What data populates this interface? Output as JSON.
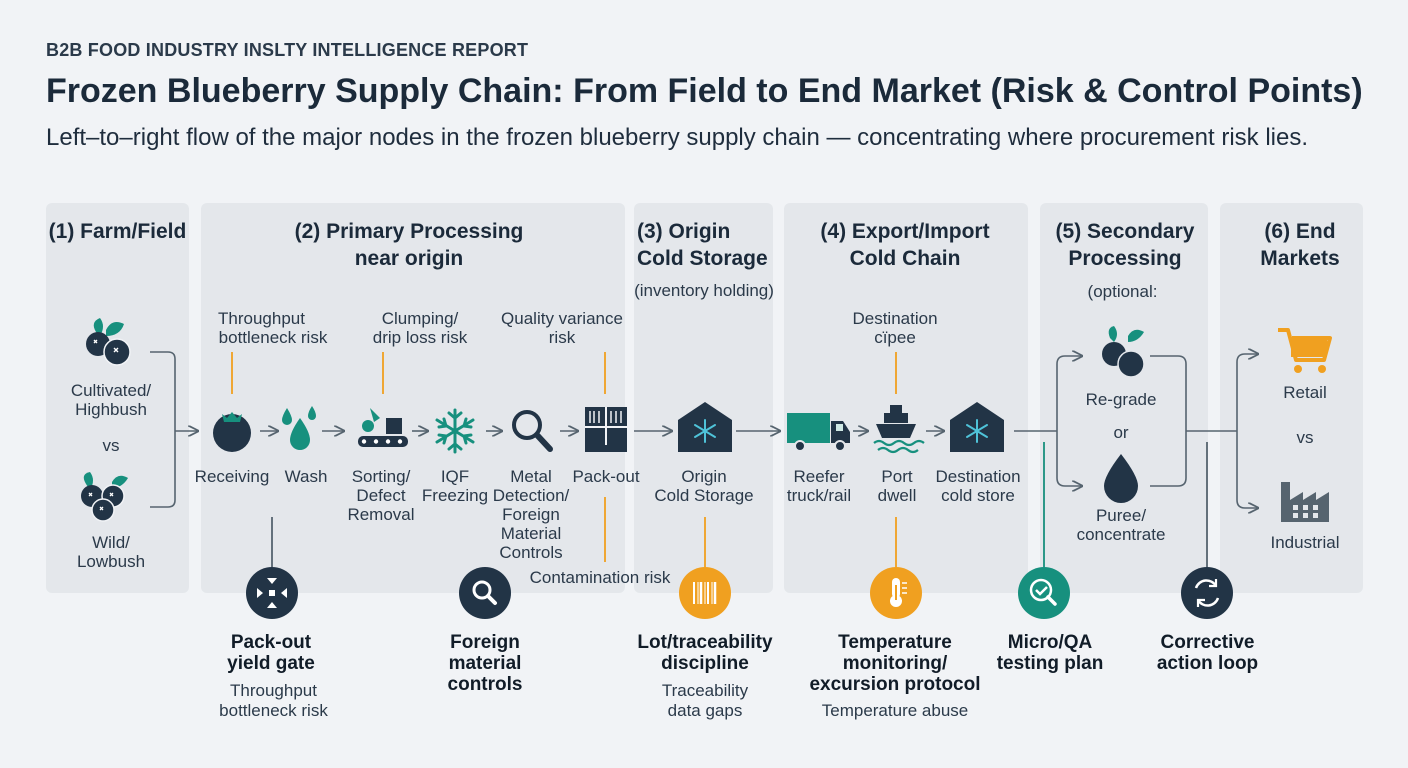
{
  "header": {
    "kicker": "B2B FOOD INDUSTRY INSLTY INTELLIGENCE REPORT",
    "title": "Frozen Blueberry Supply Chain: From Field to End Market (Risk & Control Points)",
    "subtitle": "Left–to–right flow of the major nodes in the frozen blueberry supply chain — concentrating where procurement risk lies."
  },
  "stages": {
    "farm": "(1) Farm/Field",
    "primary_line1": "(2) Primary Processing",
    "primary_line2": "near origin",
    "origin_cold_line1": "(3) Origin",
    "origin_cold_line2": "Cold Storage",
    "origin_cold_note": "(inventory holding)",
    "export_line1": "(4) Export/Import",
    "export_line2": "Cold Chain",
    "secondary_line1": "(5) Secondary",
    "secondary_line2": "Processing",
    "secondary_note": "(optional:",
    "end_line1": "(6) End",
    "end_line2": "Markets"
  },
  "farm": {
    "cultivated_line1": "Cultivated/",
    "cultivated_line2": "Highbush",
    "vs": "vs",
    "wild_line1": "Wild/",
    "wild_line2": "Lowbush"
  },
  "nodes": {
    "receiving": "Receiving",
    "wash": "Wash",
    "sorting_line1": "Sorting/",
    "sorting_line2": "Defect",
    "sorting_line3": "Removal",
    "iqf_line1": "IQF",
    "iqf_line2": "Freezing",
    "metal_line1": "Metal",
    "metal_line2": "Detection/",
    "metal_line3": "Foreign",
    "metal_line4": "Material",
    "metal_line5": "Controls",
    "packout": "Pack-out",
    "origin_cold_line1": "Origin",
    "origin_cold_line2": "Cold Storage",
    "reefer_line1": "Reefer",
    "reefer_line2": "truck/rail",
    "port_line1": "Port",
    "port_line2": "dwell",
    "dest_cold_line1": "Destination",
    "dest_cold_line2": "cold store",
    "regrade": "Re-grade",
    "or": "or",
    "puree_line1": "Puree/",
    "puree_line2": "concentrate",
    "retail": "Retail",
    "vs": "vs",
    "industrial": "Industrial"
  },
  "risk_notes": {
    "throughput_line1": "Throughput",
    "throughput_line2": "bottleneck risk",
    "clumping_line1": "Clumping/",
    "clumping_line2": "drip loss risk",
    "quality_line1": "Quality variance",
    "quality_line2": "risk",
    "destination_line1": "Destination",
    "destination_line2": "сїрee",
    "contamination": "Contamination risk"
  },
  "controls": [
    {
      "title_line1": "Pack-out",
      "title_line2": "yield gate",
      "title_line3": "",
      "sub_line1": "Throughput",
      "sub_line2": "bottleneck risk",
      "color": "#223446",
      "icon": "yield-gate-icon"
    },
    {
      "title_line1": "Foreign",
      "title_line2": "material",
      "title_line3": "controls",
      "sub_line1": "",
      "sub_line2": "",
      "color": "#223446",
      "icon": "magnifier-icon"
    },
    {
      "title_line1": "Lot/traceability",
      "title_line2": "discipline",
      "title_line3": "",
      "sub_line1": "Traceability",
      "sub_line2": "data gaps",
      "color": "#f0a020",
      "icon": "barcode-icon"
    },
    {
      "title_line1": "Temperature",
      "title_line2": "monitoring/",
      "title_line3": "excursion protocol",
      "sub_line1": "Temperature abuse",
      "sub_line2": "",
      "color": "#f0a020",
      "icon": "thermometer-icon"
    },
    {
      "title_line1": "Micro/QA",
      "title_line2": "testing plan",
      "title_line3": "",
      "sub_line1": "",
      "sub_line2": "",
      "color": "#17907e",
      "icon": "qa-check-icon"
    },
    {
      "title_line1": "Corrective",
      "title_line2": "action loop",
      "title_line3": "",
      "sub_line1": "",
      "sub_line2": "",
      "color": "#223446",
      "icon": "refresh-icon"
    }
  ],
  "colors": {
    "navy": "#223446",
    "teal": "#17907e",
    "orange": "#f0a020",
    "slate": "#56646f",
    "panel": "#e4e7eb",
    "background": "#f1f3f6"
  }
}
